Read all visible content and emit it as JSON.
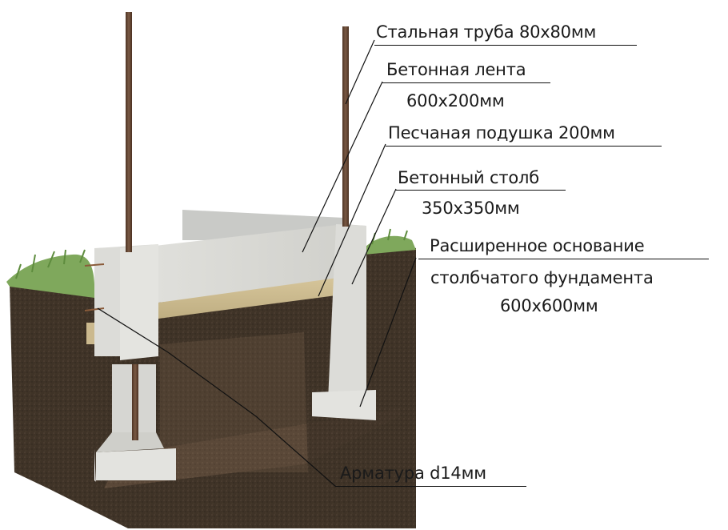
{
  "diagram": {
    "type": "foundation-cross-section",
    "colors": {
      "soil_dark": "#3e3226",
      "soil_light": "#5a4838",
      "concrete": "#d8d8d4",
      "concrete_shade": "#b9b9b4",
      "sand": "#cdbb8e",
      "steel_pipe": "#6b4a35",
      "grass": "#7aa35a",
      "leader_line": "#111111"
    },
    "labels": {
      "steel_pipe": "Стальная труба 80х80мм",
      "concrete_strip_line1": "Бетонная лента",
      "concrete_strip_line2": "600х200мм",
      "sand_cushion": "Песчаная подушка 200мм",
      "concrete_pillar_line1": "Бетонный столб",
      "concrete_pillar_line2": "350х350мм",
      "extended_base_line1": "Расширенное основание",
      "extended_base_line2": "столбчатого фундамента",
      "extended_base_line3": "600х600мм",
      "rebar": "Арматура d14мм"
    }
  }
}
